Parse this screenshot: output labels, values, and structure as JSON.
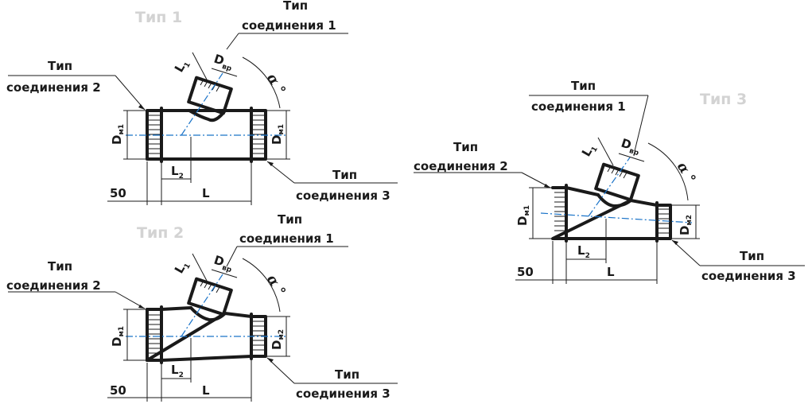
{
  "colors": {
    "line": "#1a1a1a",
    "axis": "#1a73c8",
    "type_label": "#d3d3d3",
    "background": "#ffffff"
  },
  "variants": [
    {
      "type_label": "Тип 1",
      "conn1": [
        "Тип",
        "соединения 1"
      ],
      "conn2": [
        "Тип",
        "соединения 2"
      ],
      "conn3": [
        "Тип",
        "соединения 3"
      ],
      "dim_50": "50",
      "dim_L": "L",
      "dim_L2": {
        "main": "L",
        "sub": "2"
      },
      "dim_L1": {
        "main": "L",
        "sub": "1"
      },
      "dim_Dvr": {
        "main": "D",
        "sub": "вр"
      },
      "dim_Dm1": {
        "main": "D",
        "sub": "м1"
      },
      "dim_Dright": {
        "main": "D",
        "sub": "м1"
      },
      "angle": "α °"
    },
    {
      "type_label": "Тип 2",
      "conn1": [
        "Тип",
        "соединения 1"
      ],
      "conn2": [
        "Тип",
        "соединения 2"
      ],
      "conn3": [
        "Тип",
        "соединения 3"
      ],
      "dim_50": "50",
      "dim_L": "L",
      "dim_L2": {
        "main": "L",
        "sub": "2"
      },
      "dim_L1": {
        "main": "L",
        "sub": "1"
      },
      "dim_Dvr": {
        "main": "D",
        "sub": "вр"
      },
      "dim_Dm1": {
        "main": "D",
        "sub": "м1"
      },
      "dim_Dright": {
        "main": "D",
        "sub": "м2"
      },
      "angle": "α °"
    },
    {
      "type_label": "Тип 3",
      "conn1": [
        "Тип",
        "соединения 1"
      ],
      "conn2": [
        "Тип",
        "соединения 2"
      ],
      "conn3": [
        "Тип",
        "соединения 3"
      ],
      "dim_50": "50",
      "dim_L": "L",
      "dim_L2": {
        "main": "L",
        "sub": "2"
      },
      "dim_L1": {
        "main": "L",
        "sub": "1"
      },
      "dim_Dvr": {
        "main": "D",
        "sub": "вр"
      },
      "dim_Dm1": {
        "main": "D",
        "sub": "м1"
      },
      "dim_Dright": {
        "main": "D",
        "sub": "м2"
      },
      "angle": "α °"
    }
  ]
}
